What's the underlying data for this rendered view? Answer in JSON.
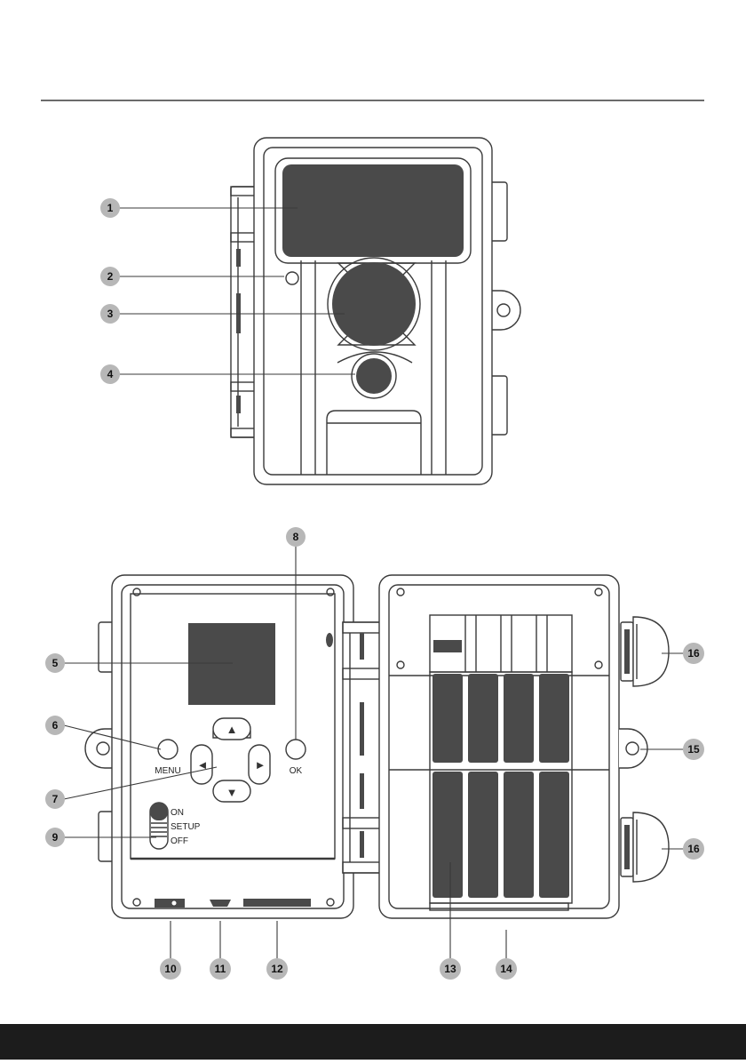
{
  "callouts": [
    "1",
    "2",
    "3",
    "4",
    "5",
    "6",
    "7",
    "8",
    "9",
    "10",
    "11",
    "12",
    "13",
    "14",
    "15",
    "16",
    "16"
  ],
  "labels": {
    "menu": "MENU",
    "ok": "OK",
    "switch_on": "ON",
    "switch_setup": "SETUP",
    "switch_off": "OFF"
  },
  "arrows": {
    "up": "▲",
    "down": "▼",
    "left": "◄",
    "right": "►"
  },
  "colors": {
    "callout_fill": "#b7b7b7",
    "dark_parts": "#4a4a4a",
    "footer_bar": "#1c1c1c"
  }
}
